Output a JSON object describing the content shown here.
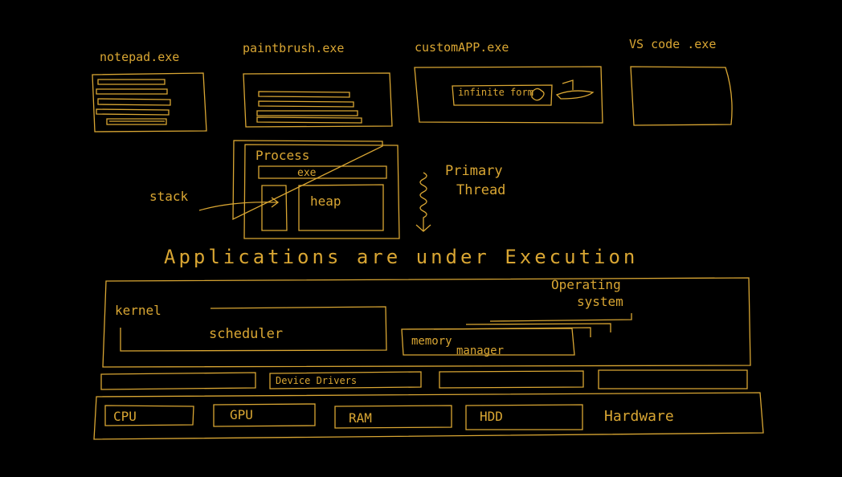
{
  "apps": [
    {
      "name": "notepad.exe"
    },
    {
      "name": "paintbrush.exe"
    },
    {
      "name": "customAPP.exe",
      "inner": "infinite form"
    },
    {
      "name": "VS code .exe"
    }
  ],
  "process": {
    "title": "Process",
    "exe": "exe",
    "stack": "stack",
    "heap": "heap",
    "thread": "Primary Thread"
  },
  "caption": "Applications are under Execution",
  "os": {
    "label": "Operating system",
    "kernel": "kernel",
    "scheduler": "scheduler",
    "memory": "memory manager",
    "drivers": "Device Drivers"
  },
  "hardware": {
    "label": "Hardware",
    "items": [
      "CPU",
      "GPU",
      "RAM",
      "HDD"
    ]
  },
  "colors": {
    "ink": "#d9a633",
    "background": "#000000"
  }
}
